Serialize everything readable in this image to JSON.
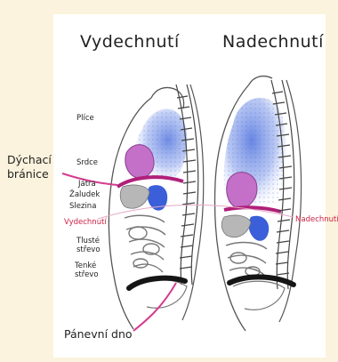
{
  "headings": {
    "left": "Vydechnutí",
    "right": "Nadechnutí"
  },
  "labels": {
    "lungs": "Plíce",
    "heart": "Srdce",
    "liver": "Játra",
    "stomach": "Žaludek",
    "spleen": "Slezina",
    "exhale_marker": "Vydechnutí",
    "inhale_marker": "Nadechnutí",
    "large_intestine_line1": "Tlusté",
    "large_intestine_line2": "střevo",
    "small_intestine_line1": "Tenké",
    "small_intestine_line2": "střevo",
    "diaphragm_line1": "Dýchací",
    "diaphragm_line2": "bránice",
    "pelvic_floor": "Pánevní dno"
  },
  "colors": {
    "background": "#fbf3dd",
    "paper": "#ffffff",
    "lung": "#5f7fe0",
    "heart": "#c470c8",
    "organ_blue": "#3a5fd8",
    "diaphragm": "#b0207a",
    "pelvic_floor": "#151515",
    "pointer": "#d43c8e"
  }
}
